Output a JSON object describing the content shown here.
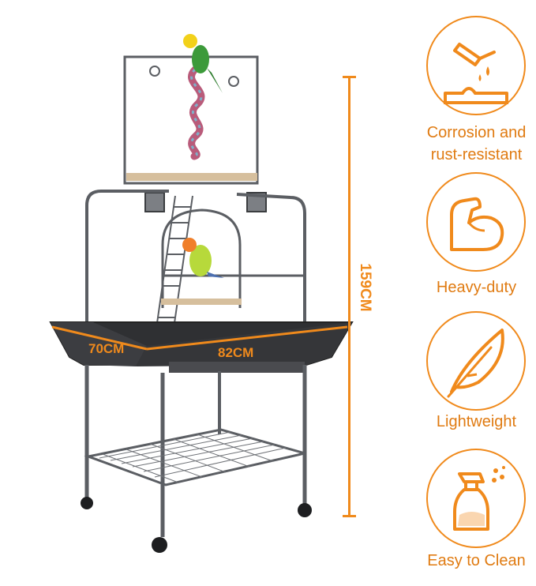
{
  "dimensions": {
    "height": "159CM",
    "depth": "70CM",
    "width": "82CM"
  },
  "features": [
    {
      "label": "Corrosion and rust-resistant",
      "icon": "corrosion-icon"
    },
    {
      "label": "Heavy-duty",
      "icon": "muscle-arm-icon"
    },
    {
      "label": "Lightweight",
      "icon": "feather-icon"
    },
    {
      "label": "Easy to Clean",
      "icon": "spray-bottle-icon"
    }
  ],
  "colors": {
    "accent": "#f08a1c",
    "frame": "#5b5e63",
    "tray": "#2f3033"
  }
}
